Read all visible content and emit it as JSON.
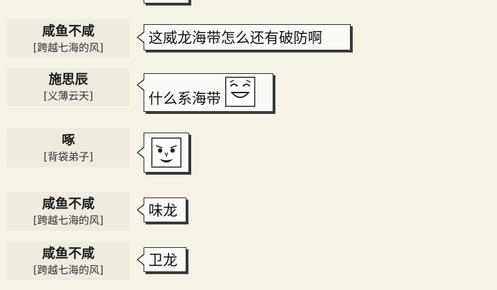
{
  "messages": [
    {
      "name": "咸鱼不咸",
      "title": "[跨越七海的风]",
      "text": "这威龙海带怎么还有破防啊"
    },
    {
      "name": "施思辰",
      "title": "[义薄云天]",
      "text": "什么系海带",
      "emoji": "laughing-face"
    },
    {
      "name": "啄",
      "title": "[背袋弟子]",
      "emoji": "smiling-face"
    },
    {
      "name": "咸鱼不咸",
      "title": "[跨越七海的风]",
      "text": "味龙"
    },
    {
      "name": "咸鱼不咸",
      "title": "[跨越七海的风]",
      "text": "卫龙"
    }
  ]
}
